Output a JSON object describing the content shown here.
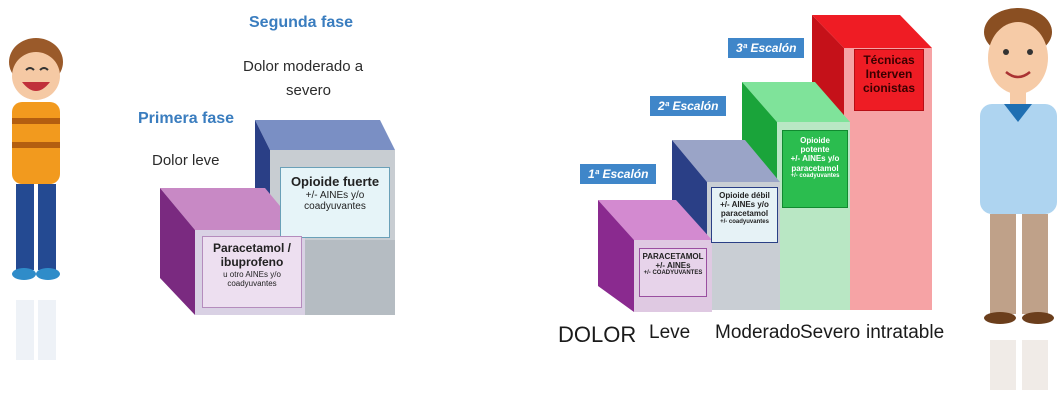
{
  "left_diagram": {
    "phase2_title": "Segunda fase",
    "phase2_desc_line1": "Dolor moderado a",
    "phase2_desc_line2": "severo",
    "phase1_title": "Primera fase",
    "phase1_desc": "Dolor leve",
    "box_strong": {
      "title": "Opioide fuerte",
      "line1": "+/- AINEs y/o",
      "line2": "coadyuvantes"
    },
    "box_para": {
      "title1": "Paracetamol /",
      "title2": "ibuprofeno",
      "line1": "u otro AINEs y/o",
      "line2": "coadyuvantes"
    }
  },
  "right_diagram": {
    "step1_label": "1ª Escalón",
    "step2_label": "2ª Escalón",
    "step3_label": "3ª Escalón",
    "step1_box": {
      "line1": "PARACETAMOL",
      "line2": "+/- AINEs",
      "line3": "+/- COADYUVANTES"
    },
    "step2_box": {
      "line1": "Opioide débil",
      "line2": "+/- AINEs y/o",
      "line3": "paracetamol",
      "line4": "+/- coadyuvantes"
    },
    "step3_box": {
      "line1": "Opioide",
      "line2": "potente",
      "line3": "+/- AINEs y/o",
      "line4": "paracetamol",
      "line5": "+/- coadyuvantes"
    },
    "step4_box": {
      "line1": "Técnicas",
      "line2": "Interven",
      "line3": "cionistas"
    },
    "axis_title": "DOLOR",
    "axis_levels": [
      "Leve",
      "Moderado",
      "Severo",
      "intratable"
    ]
  },
  "colors": {
    "purple": "#c27bbf",
    "navy": "#2a3f86",
    "green": "#2bbd4f",
    "red": "#ee1c24",
    "blue": "#3f86c9"
  },
  "figures": {
    "left": "smiling-boy-figure",
    "right": "smiling-man-figure"
  }
}
